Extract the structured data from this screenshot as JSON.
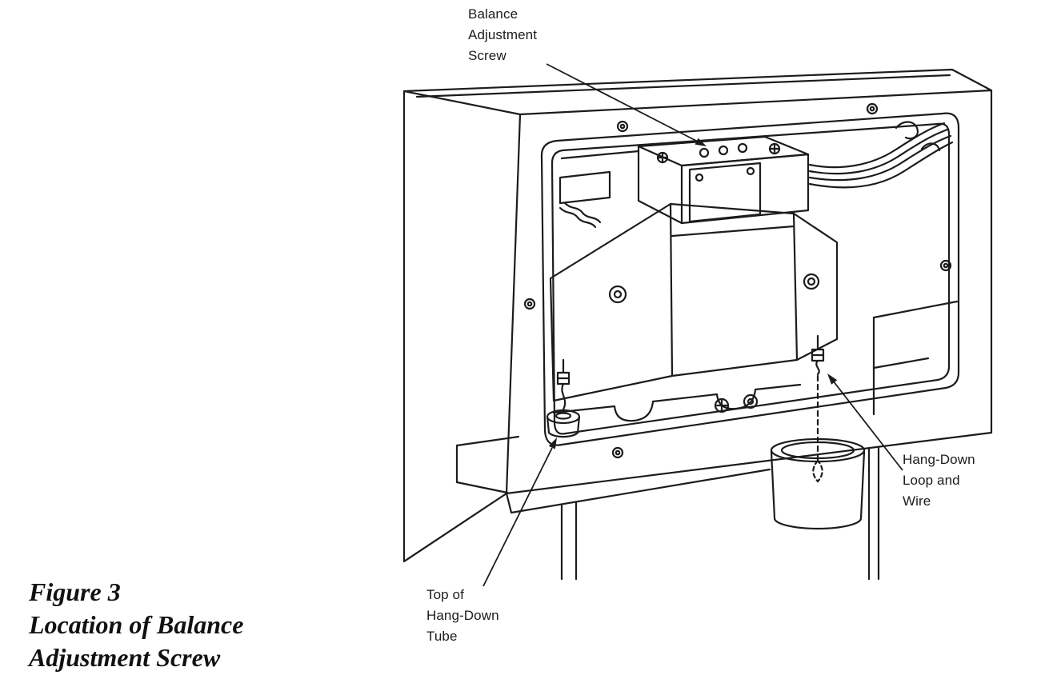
{
  "figure": {
    "caption": {
      "line1": "Figure 3",
      "line2": "Location of Balance",
      "line3": "Adjustment Screw"
    }
  },
  "callouts": {
    "balance_screw": {
      "line1": "Balance",
      "line2": "Adjustment",
      "line3": "Screw"
    },
    "hang_down_loop": {
      "line1": "Hang-Down",
      "line2": "Loop and",
      "line3": "Wire"
    },
    "hang_down_tube": {
      "line1": "Top of",
      "line2": "Hang-Down",
      "line3": "Tube"
    }
  },
  "colors": {
    "ink": "#1c1c1c",
    "background": "#ffffff"
  }
}
